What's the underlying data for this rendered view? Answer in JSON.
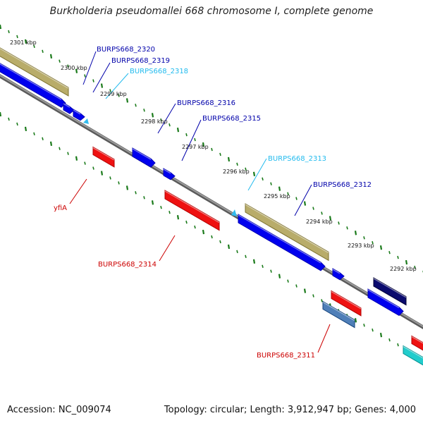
{
  "title": "Burkholderia pseudomallei 668 chromosome I, complete genome",
  "footer": {
    "accession": "Accession: NC_009074",
    "summary": "Topology: circular; Length: 3,912,947 bp; Genes: 4,000"
  },
  "ticks": [
    {
      "label": "2301 kbp",
      "kbp": 2301
    },
    {
      "label": "2300 kbp",
      "kbp": 2300
    },
    {
      "label": "2299 kbp",
      "kbp": 2299
    },
    {
      "label": "2298 kbp",
      "kbp": 2298
    },
    {
      "label": "2297 kbp",
      "kbp": 2297
    },
    {
      "label": "2296 kbp",
      "kbp": 2296
    },
    {
      "label": "2295 kbp",
      "kbp": 2295
    },
    {
      "label": "2294 kbp",
      "kbp": 2294
    },
    {
      "label": "2293 kbp",
      "kbp": 2293
    },
    {
      "label": "2292 kbp",
      "kbp": 2292
    }
  ],
  "gene_labels": [
    {
      "name": "BURPS668_2320",
      "color": "#0000aa"
    },
    {
      "name": "BURPS668_2319",
      "color": "#0000aa"
    },
    {
      "name": "BURPS668_2318",
      "color": "#22bbee"
    },
    {
      "name": "BURPS668_2316",
      "color": "#0000aa"
    },
    {
      "name": "BURPS668_2315",
      "color": "#0000aa"
    },
    {
      "name": "BURPS668_2313",
      "color": "#22bbee"
    },
    {
      "name": "BURPS668_2312",
      "color": "#0000aa"
    },
    {
      "name": "yfiA",
      "color": "#cc0000"
    },
    {
      "name": "BURPS668_2314",
      "color": "#cc0000"
    },
    {
      "name": "BURPS668_2311",
      "color": "#cc0000"
    }
  ],
  "colors": {
    "backbone": "#7f7f7f",
    "tick_green": "#1a7a1a",
    "forward_blue": "#0000ee",
    "navy": "#0b0b6e",
    "reverse_red": "#ee1111",
    "steel_blue": "#4f7fb8",
    "cyan": "#22cccc",
    "khaki": "#b8ac6a"
  }
}
